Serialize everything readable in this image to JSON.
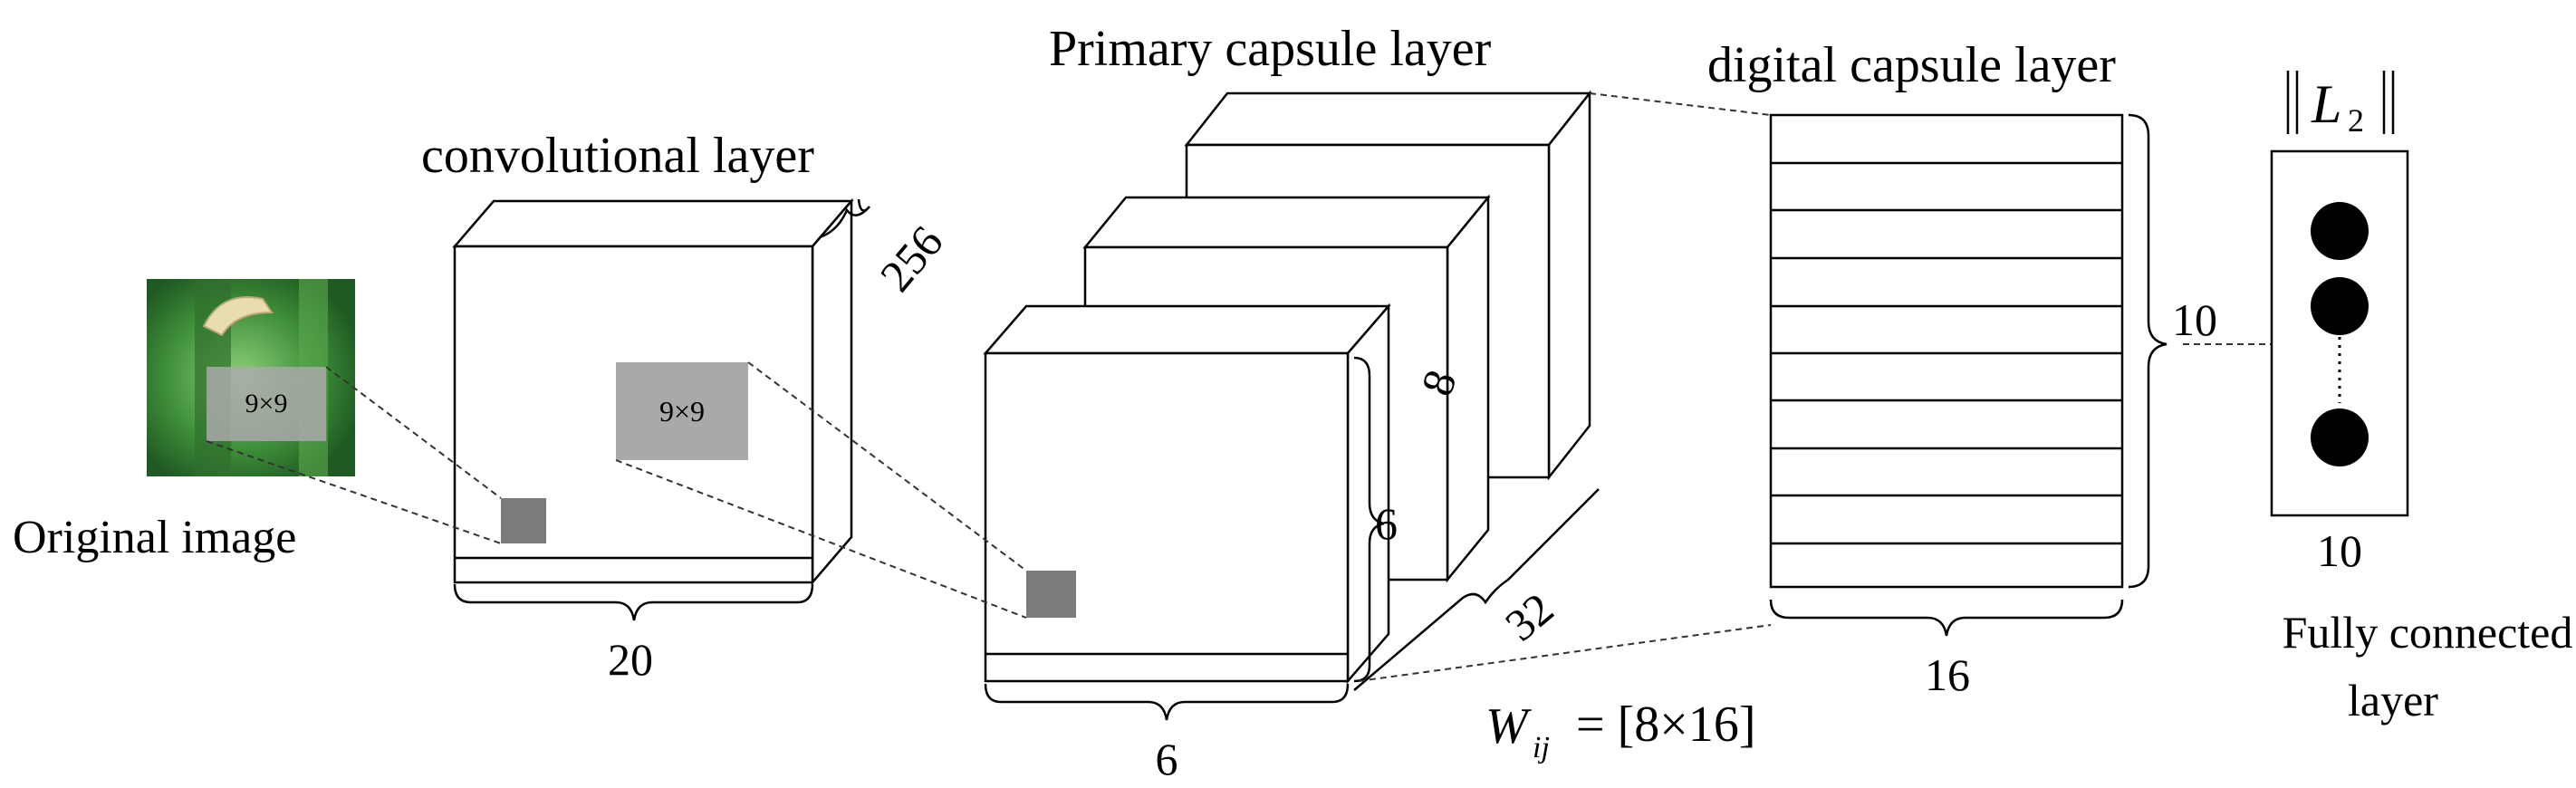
{
  "labels": {
    "original_image": "Original image",
    "convolutional_layer": "convolutional layer",
    "primary_capsule_layer": "Primary capsule layer",
    "digital_capsule_layer": "digital capsule layer",
    "fully_connected_line1": "Fully connected",
    "fully_connected_line2": "layer"
  },
  "dimensions": {
    "kernel_image": "9×9",
    "kernel_conv": "9×9",
    "conv_depth": "256",
    "conv_width": "20",
    "primary_height": "6",
    "primary_width": "6",
    "primary_depth": "8",
    "primary_count": "32",
    "digital_rows": "10",
    "digital_width": "16",
    "fc_count": "10"
  },
  "formulas": {
    "weight_symbol": "W",
    "weight_subscript": "ij",
    "weight_value": "= [8×16]",
    "norm_symbol": "L",
    "norm_subscript": "2"
  },
  "colors": {
    "kernel_box": "#a9a9a9",
    "small_square": "#7b7b7b",
    "neuron": "#000000",
    "image_green": "#3f8f3a"
  }
}
